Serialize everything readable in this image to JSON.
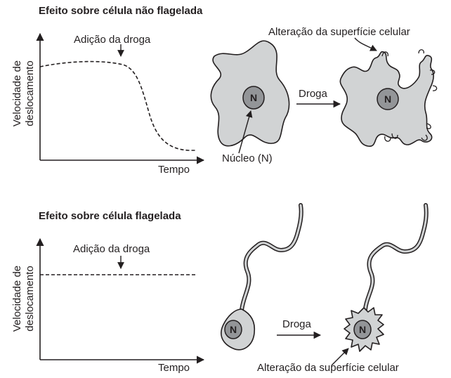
{
  "top_panel": {
    "title": "Efeito sobre célula não flagelada",
    "ylabel_line1": "Velocidade de",
    "ylabel_line2": "deslocamento",
    "xlabel": "Tempo",
    "drug_label": "Adição da droga",
    "arrow_label": "Droga",
    "nucleus_letter": "N",
    "nucleus_caption": "Núcleo (N)",
    "surface_label": "Alteração da superfície celular"
  },
  "bottom_panel": {
    "title": "Efeito sobre célula flagelada",
    "ylabel_line1": "Velocidade de",
    "ylabel_line2": "deslocamento",
    "xlabel": "Tempo",
    "drug_label": "Adição da droga",
    "arrow_label": "Droga",
    "nucleus_letter": "N",
    "surface_label": "Alteração da superfície celular"
  },
  "colors": {
    "cell_fill": "#d1d3d4",
    "nucleus_fill": "#939598",
    "line": "#231f20"
  }
}
